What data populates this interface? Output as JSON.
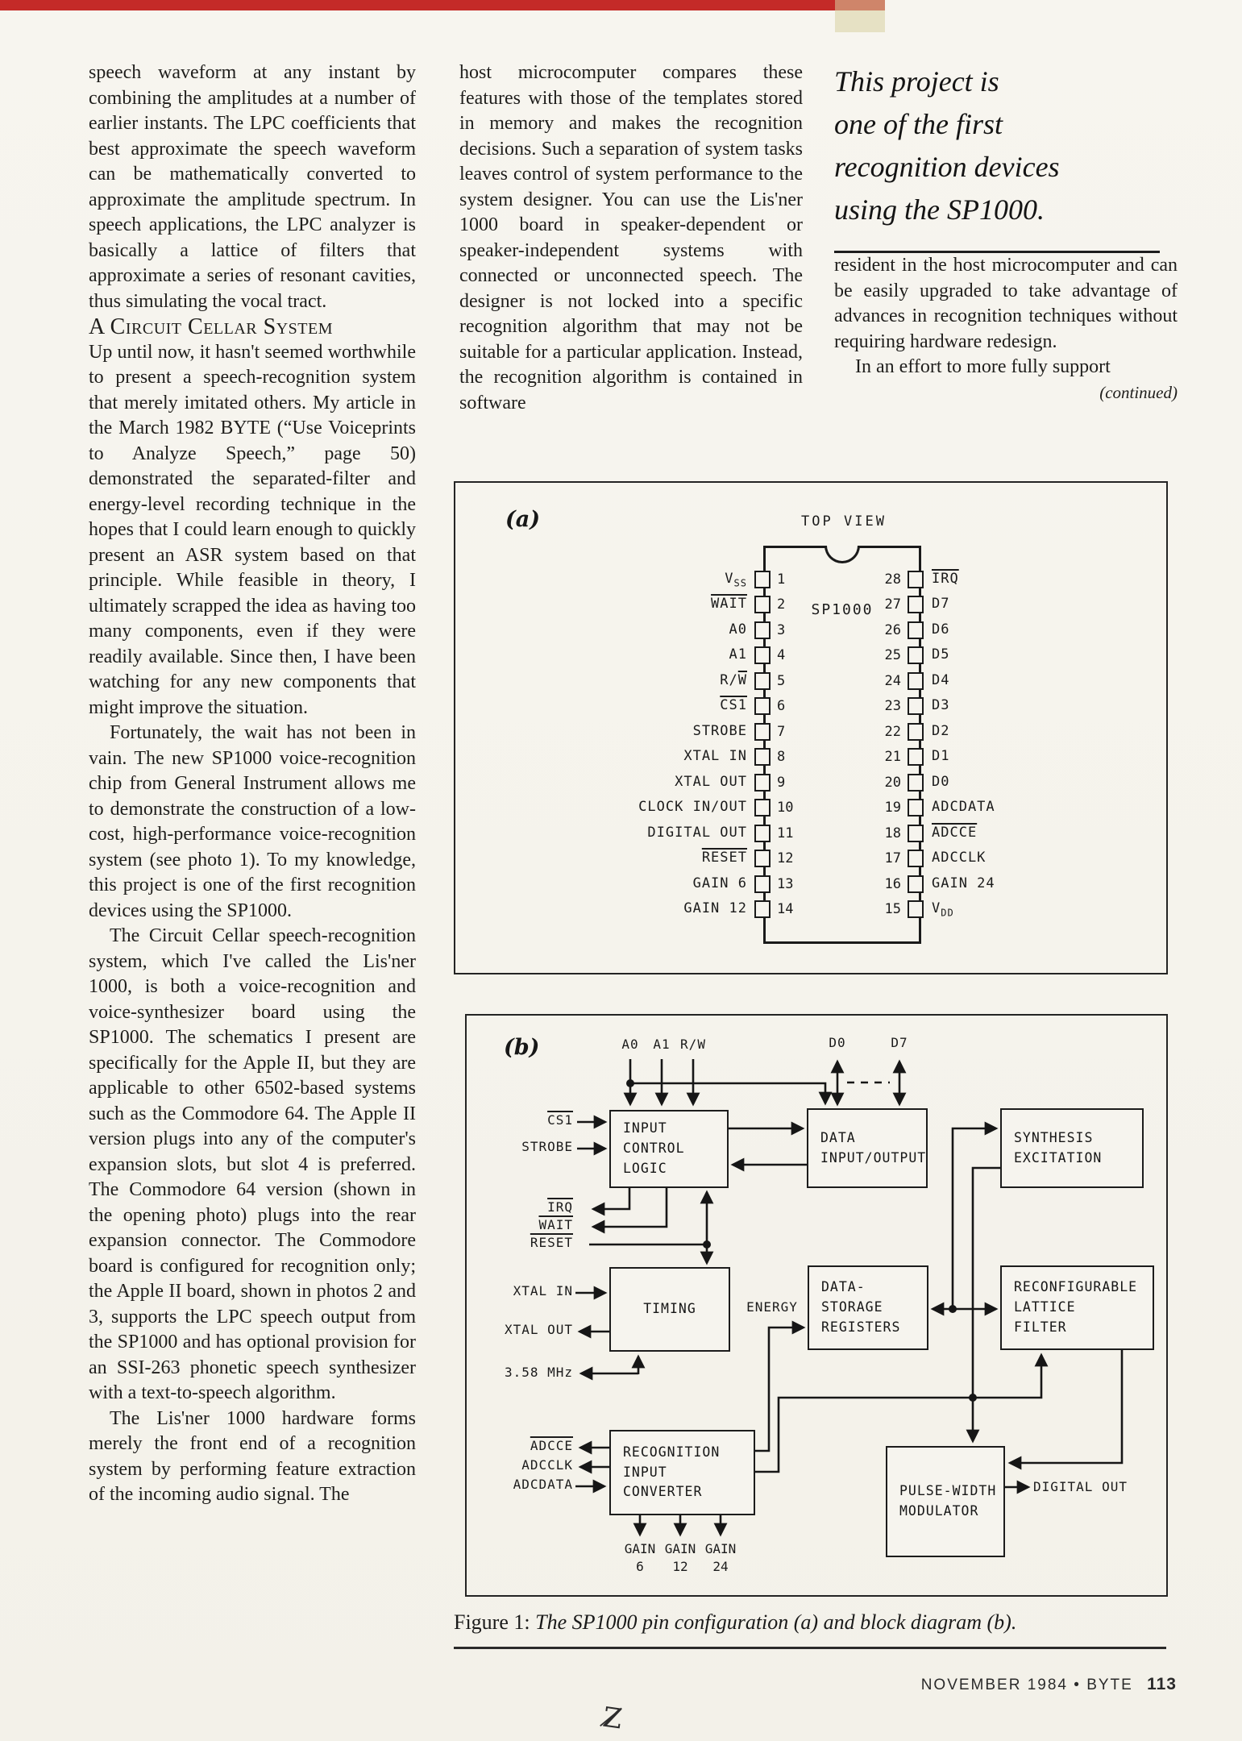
{
  "colors": {
    "red_bar": "#c42a28",
    "swatch": "#d9cfa0",
    "paper": "#f6f4ee",
    "ink": "#1f1e1c"
  },
  "columns": {
    "col1": {
      "p1": "speech waveform at any instant by combining the amplitudes at a number of earlier instants. The LPC coefficients that best approximate the speech waveform can be mathematically converted to approximate the amplitude spectrum. In speech applications, the LPC analyzer is basically a lattice of filters that approximate a series of resonant cavities, thus simulating the vocal tract.",
      "heading": "A Circuit Cellar System",
      "p2": "Up until now, it hasn't seemed worthwhile to present a speech-recognition system that merely imitated others. My article in the March 1982 BYTE (“Use Voiceprints to Analyze Speech,” page 50) demonstrated the separated-filter and energy-level recording technique in the hopes that I could learn enough to quickly present an ASR system based on that principle. While feasible in theory, I ultimately scrapped the idea as having too many components, even if they were readily available. Since then, I have been watching for any new components that might improve the situation.",
      "p3": "Fortunately, the wait has not been in vain. The new SP1000 voice-recognition chip from General Instrument allows me to demonstrate the construction of a low-cost, high-performance voice-recognition system (see photo 1). To my knowledge, this project is one of the first recognition devices using the SP1000.",
      "p4": "The Circuit Cellar speech-recognition system, which I've called the Lis'ner 1000, is both a voice-recognition and voice-synthesizer board using the SP1000. The schematics I present are specifically for the Apple II, but they are applicable to other 6502-based systems such as the Commodore 64. The Apple II version plugs into any of the computer's expansion slots, but slot 4 is preferred. The Commodore 64 version (shown in the opening photo) plugs into the rear expansion connector. The Commodore board is configured for recognition only; the Apple II board, shown in photos 2 and 3, supports the LPC speech output from the SP1000 and has optional provision for an SSI-263 phonetic speech synthesizer with a text-to-speech algorithm.",
      "p5": "The Lis'ner 1000 hardware forms merely the front end of a recognition system by performing feature extraction of the incoming audio signal. The"
    },
    "col2": {
      "p1": "host microcomputer compares these features with those of the templates stored in memory and makes the recognition decisions. Such a separation of system tasks leaves control of system performance to the system designer. You can use the Lis'ner 1000 board in speaker-dependent or speaker-independent systems with connected or unconnected speech. The designer is not locked into a specific recognition algorithm that may not be suitable for a particular application. Instead, the recognition algorithm is contained in software"
    },
    "col3": {
      "pullquote_lines": [
        "This project is",
        "one of the first",
        "recognition devices",
        "using the SP1000."
      ],
      "p1": "resident in the host microcomputer and can be easily upgraded to take advantage of advances in recognition techniques without requiring hardware redesign.",
      "p2": "In an effort to more fully support",
      "continued": "(continued)"
    }
  },
  "figure_a": {
    "label": "(a)",
    "top_view": "TOP VIEW",
    "chip_name": "SP1000",
    "left_pins": [
      {
        "num": "1",
        "pre": "V",
        "sub": "SS"
      },
      {
        "num": "2",
        "ov": "WAIT"
      },
      {
        "num": "3",
        "pre": "A0"
      },
      {
        "num": "4",
        "pre": "A1"
      },
      {
        "num": "5",
        "pre": "R/",
        "ov": "W"
      },
      {
        "num": "6",
        "ov": "CS1"
      },
      {
        "num": "7",
        "pre": "STROBE"
      },
      {
        "num": "8",
        "pre": "XTAL IN"
      },
      {
        "num": "9",
        "pre": "XTAL OUT"
      },
      {
        "num": "10",
        "pre": "CLOCK IN/OUT"
      },
      {
        "num": "11",
        "pre": "DIGITAL OUT"
      },
      {
        "num": "12",
        "ov": "RESET"
      },
      {
        "num": "13",
        "pre": "GAIN 6"
      },
      {
        "num": "14",
        "pre": "GAIN 12"
      }
    ],
    "right_pins": [
      {
        "num": "28",
        "ov": "IRQ"
      },
      {
        "num": "27",
        "pre": "D7"
      },
      {
        "num": "26",
        "pre": "D6"
      },
      {
        "num": "25",
        "pre": "D5"
      },
      {
        "num": "24",
        "pre": "D4"
      },
      {
        "num": "23",
        "pre": "D3"
      },
      {
        "num": "22",
        "pre": "D2"
      },
      {
        "num": "21",
        "pre": "D1"
      },
      {
        "num": "20",
        "pre": "D0"
      },
      {
        "num": "19",
        "pre": "ADCDATA"
      },
      {
        "num": "18",
        "ov": "ADCCE"
      },
      {
        "num": "17",
        "pre": "ADCCLK"
      },
      {
        "num": "16",
        "pre": "GAIN 24"
      },
      {
        "num": "15",
        "pre": "V",
        "sub": "DD"
      }
    ]
  },
  "figure_b": {
    "label": "(b)",
    "blocks": {
      "icl": "INPUT\nCONTROL\nLOGIC",
      "dio": "DATA\nINPUT/OUTPUT",
      "se": "SYNTHESIS\nEXCITATION",
      "timing": "TIMING",
      "dsr": "DATA-\nSTORAGE\nREGISTERS",
      "rlf": "RECONFIGURABLE\nLATTICE\nFILTER",
      "ric": "RECOGNITION\nINPUT\nCONVERTER",
      "pwm": "PULSE-WIDTH\nMODULATOR"
    },
    "top": {
      "a0": "A0",
      "a1": "A1",
      "rw": "R/W",
      "d0": "D0",
      "d7": "D7"
    },
    "signals": {
      "cs1": "CS1",
      "strobe": "STROBE",
      "irq": "IRQ",
      "wait": "WAIT",
      "reset": "RESET",
      "xtal_in": "XTAL IN",
      "xtal_out": "XTAL OUT",
      "mhz": "3.58 MHz",
      "adcce": "ADCCE",
      "adcclk": "ADCCLK",
      "adcdata": "ADCDATA",
      "energy": "ENERGY",
      "digital_out": "DIGITAL OUT"
    },
    "gains": [
      {
        "label": "GAIN",
        "value": "6"
      },
      {
        "label": "GAIN",
        "value": "12"
      },
      {
        "label": "GAIN",
        "value": "24"
      }
    ]
  },
  "caption": {
    "prefix": "Figure 1:",
    "body": "The SP1000 pin configuration (a) and block diagram (b)."
  },
  "footer": {
    "issue": "NOVEMBER 1984",
    "bullet": "•",
    "magazine": "BYTE",
    "page": "113"
  }
}
